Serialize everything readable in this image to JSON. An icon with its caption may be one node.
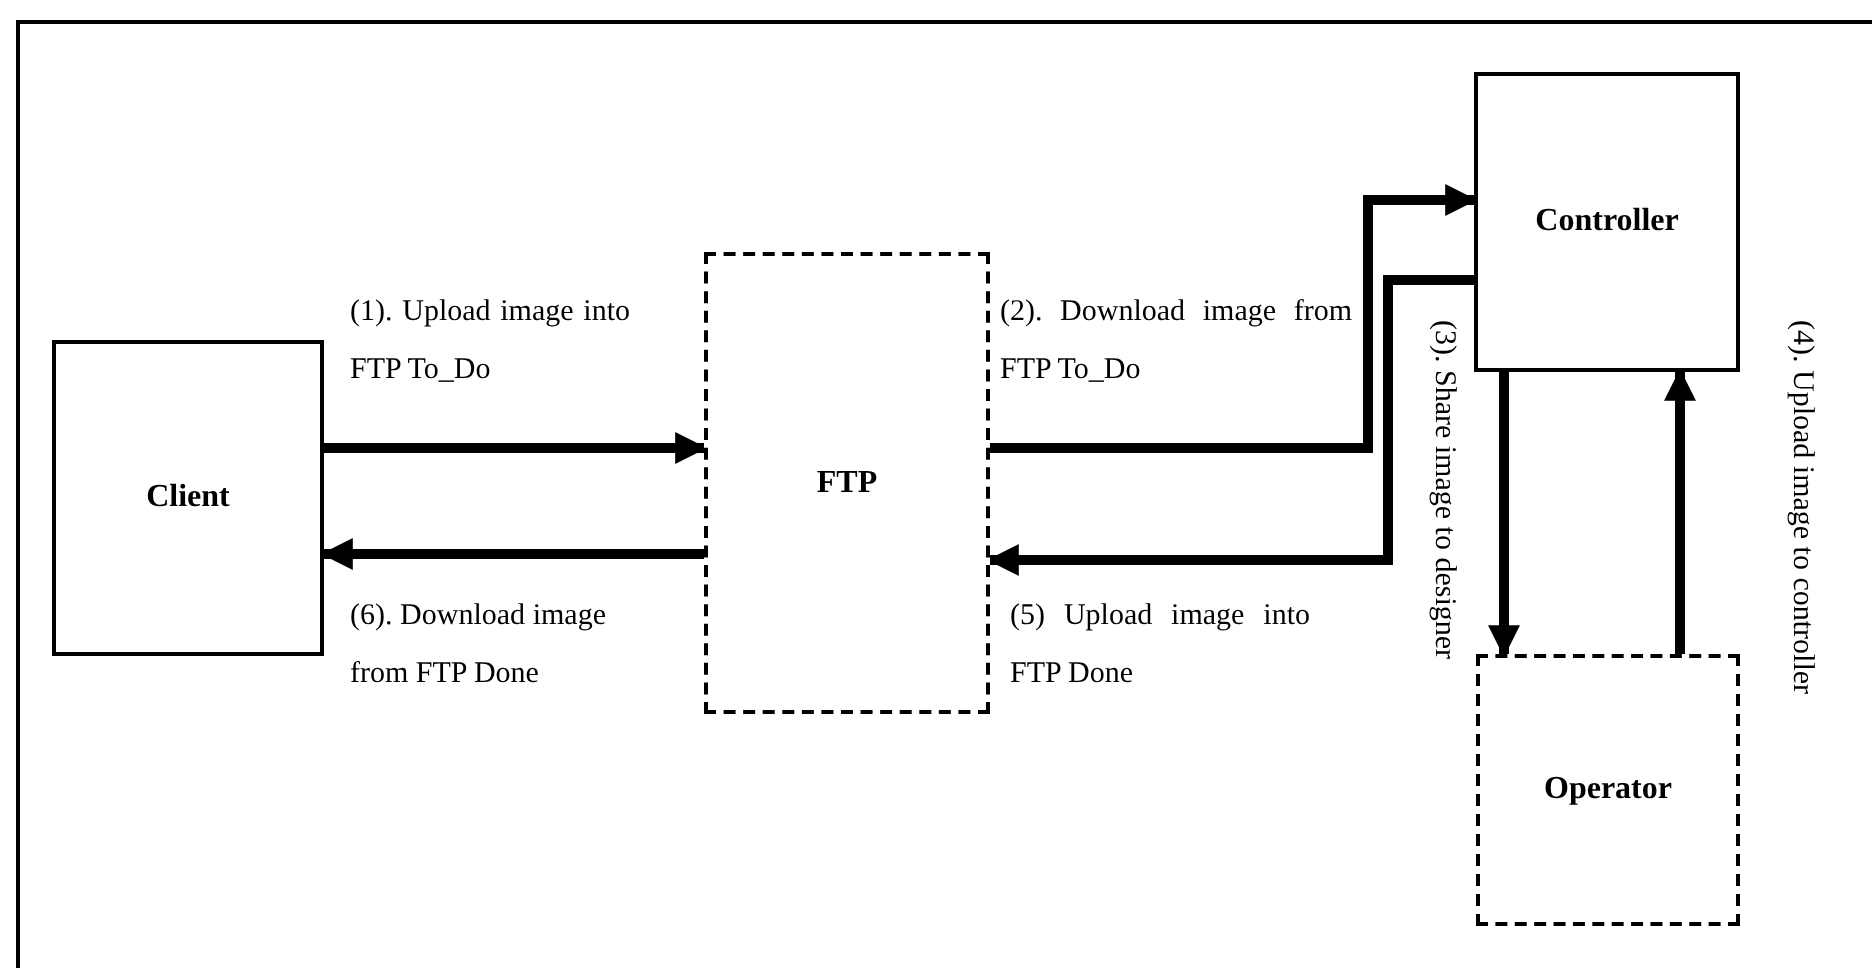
{
  "diagram": {
    "nodes": [
      {
        "text": [
          "Client"
        ]
      },
      {
        "text": [
          "FTP"
        ]
      },
      {
        "text": [
          "Controller"
        ]
      },
      {
        "text": [
          "Operator"
        ]
      }
    ],
    "edges": [
      {
        "from": 0,
        "to": 1,
        "arrow": "to",
        "label": "(1). Upload image into FTP To_Do"
      },
      {
        "from": 1,
        "to": 0,
        "arrow": "to",
        "label": "(6). Download image from FTP Done"
      },
      {
        "from": 1,
        "to": 2,
        "arrow": "to",
        "label": "(2). Download image from FTP To_Do"
      },
      {
        "from": 2,
        "to": 1,
        "arrow": "to",
        "label": "(5) Upload image into FTP Done"
      },
      {
        "from": 2,
        "to": 3,
        "arrow": "to",
        "label": "(3). Share image to designer"
      },
      {
        "from": 3,
        "to": 2,
        "arrow": "to",
        "label": "(4). Upload image to controller"
      }
    ]
  }
}
